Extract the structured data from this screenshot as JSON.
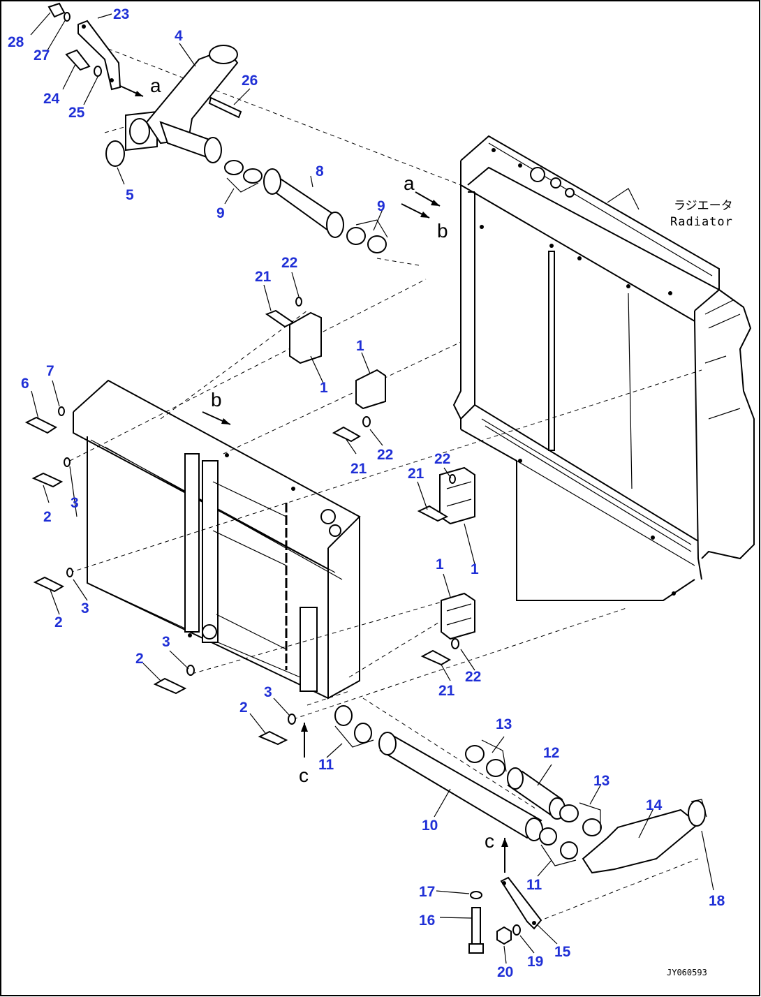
{
  "radiator": {
    "label_jp": "ラジエータ",
    "label_en": "Radiator"
  },
  "drawing_code": "JY060593",
  "view_letters": {
    "a1": "a",
    "a2": "a",
    "b1": "b",
    "b2": "b",
    "c1": "c",
    "c2": "c"
  },
  "callouts": {
    "n28": "28",
    "n27": "27",
    "n23": "23",
    "n4": "4",
    "n24": "24",
    "n25": "25",
    "n26": "26",
    "n5": "5",
    "n8": "8",
    "n9a": "9",
    "n9b": "9",
    "n21a": "21",
    "n22a": "22",
    "n1a": "1",
    "n1b": "1",
    "n21b": "21",
    "n22b": "22",
    "n6": "6",
    "n7": "7",
    "n2a": "2",
    "n3a": "3",
    "n2b": "2",
    "n3b": "3",
    "n21c": "21",
    "n22c": "22",
    "n1c": "1",
    "n1d": "1",
    "n22d": "22",
    "n21d": "21",
    "n3c": "3",
    "n2c": "2",
    "n3d": "3",
    "n2d": "2",
    "n11a": "11",
    "n13a": "13",
    "n12": "12",
    "n13b": "13",
    "n14": "14",
    "n10": "10",
    "n11b": "11",
    "n17": "17",
    "n16": "16",
    "n18": "18",
    "n15": "15",
    "n19": "19",
    "n20": "20"
  }
}
